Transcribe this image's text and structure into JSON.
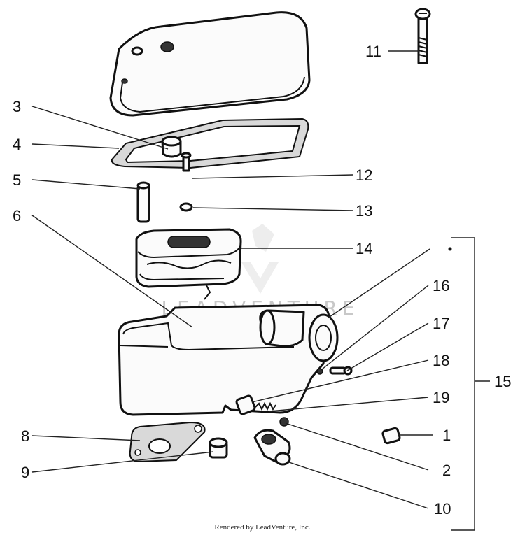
{
  "diagram": {
    "callouts": [
      {
        "id": "c1",
        "label": "1"
      },
      {
        "id": "c2",
        "label": "2"
      },
      {
        "id": "c3",
        "label": "3"
      },
      {
        "id": "c4",
        "label": "4"
      },
      {
        "id": "c5",
        "label": "5"
      },
      {
        "id": "c6",
        "label": "6"
      },
      {
        "id": "c8",
        "label": "8"
      },
      {
        "id": "c9",
        "label": "9"
      },
      {
        "id": "c10",
        "label": "10"
      },
      {
        "id": "c11",
        "label": "11"
      },
      {
        "id": "c12",
        "label": "12"
      },
      {
        "id": "c13",
        "label": "13"
      },
      {
        "id": "c14",
        "label": "14"
      },
      {
        "id": "c15",
        "label": "15"
      },
      {
        "id": "c16",
        "label": "16"
      },
      {
        "id": "c17",
        "label": "17"
      },
      {
        "id": "c18",
        "label": "18"
      },
      {
        "id": "c19",
        "label": "19"
      }
    ],
    "watermark": "LEADVENTURE",
    "footer": "Rendered by LeadVenture, Inc."
  }
}
